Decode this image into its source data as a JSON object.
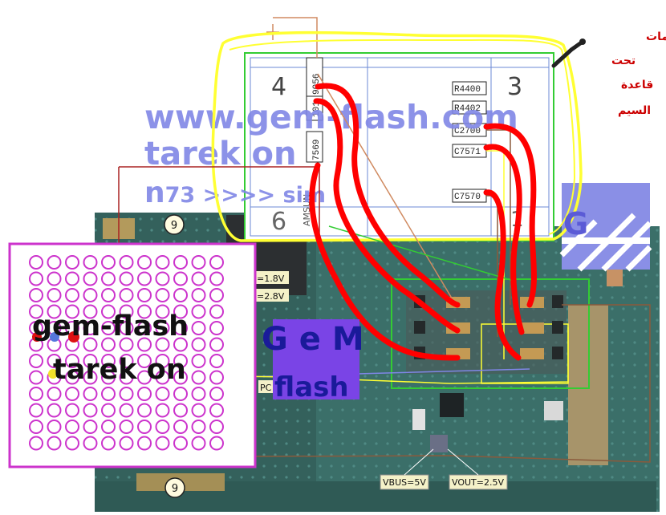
{
  "colors": {
    "watermark": "#7f86e6",
    "trace_red": "#ff0000",
    "trace_yellow": "#ffff33",
    "magenta": "#cc33cc",
    "pcb_green": "#3a6f6a",
    "arabic_red": "#cc0000"
  },
  "watermarks": {
    "line1": "www.gem-flash.com",
    "line2": "tarek on",
    "line3_a": "n",
    "line3_b": "73 >>>> sim",
    "gem_letters": "G e M",
    "flash_word": "flash",
    "corner_letter": "G"
  },
  "arabic_note": [
    "المقاومات",
    "تحت",
    "قاعدة",
    "السيم"
  ],
  "schematic": {
    "quadrant_left": "4",
    "quadrant_right": "3",
    "quadrant_bottom_left": "6",
    "quadrant_bottom_right": "1",
    "left_components": [
      "9056",
      "101",
      "7569"
    ],
    "right_components": [
      "R4400",
      "R4402",
      "C2700",
      "C7571",
      "C7570"
    ],
    "partial_label": "AMSUN"
  },
  "pcb": {
    "badge_top": "9",
    "badge_bottom": "9",
    "voltage_top": "=1.8V",
    "voltage_bottom": "=2.8V",
    "pc_label": "PC",
    "vbus": "VBUS=5V",
    "vout": "VOUT=2.5V"
  },
  "bga_overlay": {
    "title": "gem-flash",
    "subtitle": "tarek on"
  }
}
